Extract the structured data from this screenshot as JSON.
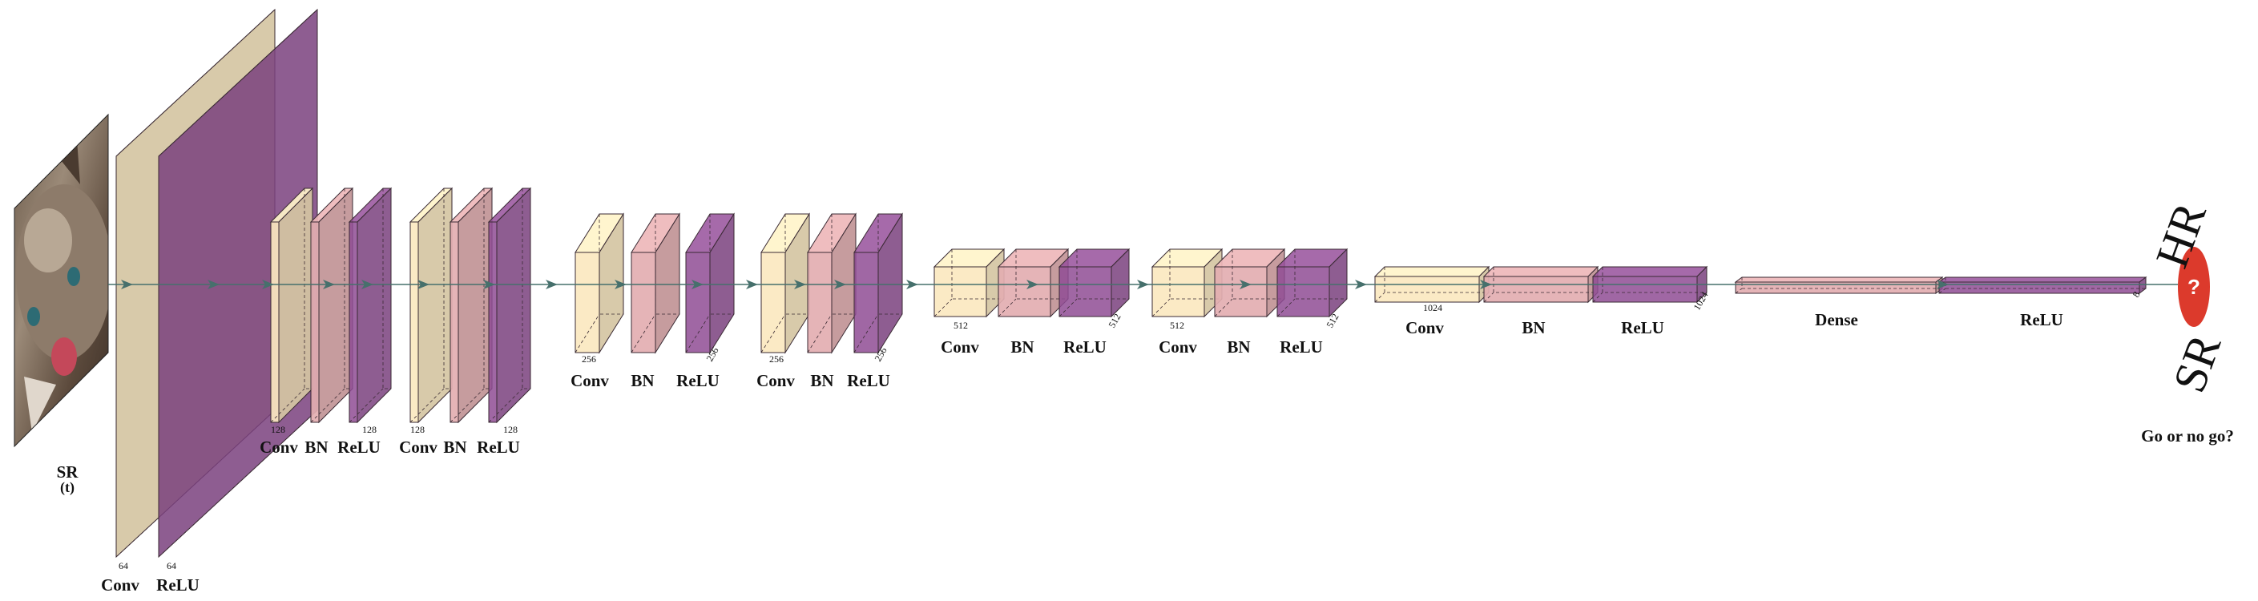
{
  "input": {
    "label": "SR",
    "sublabel": "(t)",
    "image": "kitten-photo"
  },
  "colors": {
    "conv": "#fbe8c0",
    "bn": "#e3aeb1",
    "relu": "#8f4c94",
    "edge": "#3a2a33",
    "arrow": "#46706c",
    "output": "#dc3a2c"
  },
  "layers": [
    {
      "id": "conv1",
      "label": "Conv",
      "dim": "64",
      "kind": "conv"
    },
    {
      "id": "relu1",
      "label": "ReLU",
      "dim": "64",
      "kind": "relu"
    },
    {
      "id": "conv2",
      "label": "Conv",
      "dim": "128",
      "kind": "conv"
    },
    {
      "id": "bn2",
      "label": "BN",
      "dim": "",
      "kind": "bn"
    },
    {
      "id": "relu2",
      "label": "ReLU",
      "dim": "128",
      "kind": "relu"
    },
    {
      "id": "conv3",
      "label": "Conv",
      "dim": "128",
      "kind": "conv"
    },
    {
      "id": "bn3",
      "label": "BN",
      "dim": "",
      "kind": "bn"
    },
    {
      "id": "relu3",
      "label": "ReLU",
      "dim": "128",
      "kind": "relu"
    },
    {
      "id": "conv4",
      "label": "Conv",
      "dim": "256",
      "kind": "conv"
    },
    {
      "id": "bn4",
      "label": "BN",
      "dim": "",
      "kind": "bn"
    },
    {
      "id": "relu4",
      "label": "ReLU",
      "dim": "256",
      "kind": "relu"
    },
    {
      "id": "conv5",
      "label": "Conv",
      "dim": "256",
      "kind": "conv"
    },
    {
      "id": "bn5",
      "label": "BN",
      "dim": "",
      "kind": "bn"
    },
    {
      "id": "relu5",
      "label": "ReLU",
      "dim": "256",
      "kind": "relu"
    },
    {
      "id": "conv6",
      "label": "Conv",
      "dim": "512",
      "kind": "conv"
    },
    {
      "id": "bn6",
      "label": "BN",
      "dim": "",
      "kind": "bn"
    },
    {
      "id": "relu6",
      "label": "ReLU",
      "dim": "512",
      "kind": "relu"
    },
    {
      "id": "conv7",
      "label": "Conv",
      "dim": "512",
      "kind": "conv"
    },
    {
      "id": "bn7",
      "label": "BN",
      "dim": "",
      "kind": "bn"
    },
    {
      "id": "relu7",
      "label": "ReLU",
      "dim": "512",
      "kind": "relu"
    },
    {
      "id": "conv8",
      "label": "Conv",
      "dim": "1024",
      "kind": "conv"
    },
    {
      "id": "bn8",
      "label": "BN",
      "dim": "",
      "kind": "bn"
    },
    {
      "id": "relu8",
      "label": "ReLU",
      "dim": "1024",
      "kind": "relu"
    },
    {
      "id": "dense",
      "label": "Dense",
      "dim": "",
      "kind": "bn"
    },
    {
      "id": "relu9",
      "label": "ReLU",
      "dim": "8",
      "kind": "relu"
    }
  ],
  "output": {
    "top_label": "HR",
    "bottom_label": "SR",
    "symbol": "?",
    "caption": "Go or no go?"
  }
}
